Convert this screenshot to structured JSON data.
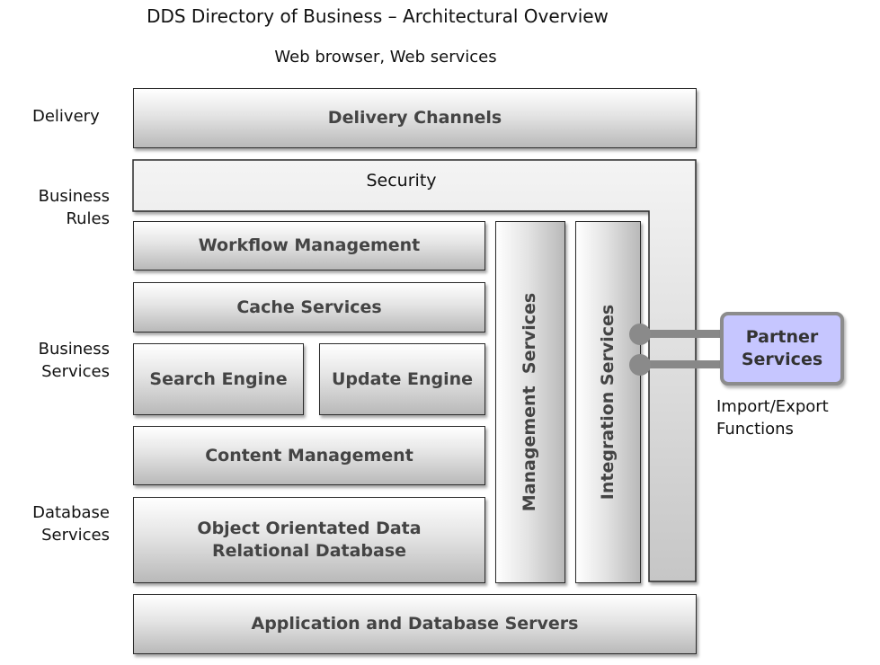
{
  "title": "DDS Directory of Business – Architectural Overview",
  "subtitle": "Web browser, Web services",
  "layers": {
    "delivery": "Delivery",
    "business_rules": [
      "Business",
      "Rules"
    ],
    "business_services": [
      "Business",
      "Services"
    ],
    "database_services": [
      "Database",
      "Services"
    ]
  },
  "boxes": {
    "delivery_channels": "Delivery Channels",
    "security": "Security",
    "workflow_management": "Workflow Management",
    "cache_services": "Cache Services",
    "search_engine": "Search Engine",
    "update_engine": "Update Engine",
    "content_management": "Content Management",
    "database": [
      "Object Orientated Data",
      "Relational Database"
    ],
    "management_services": "Management  Services",
    "integration_services": "Integration Services",
    "app_db_servers": "Application and Database Servers"
  },
  "partner": {
    "label": [
      "Partner",
      "Services"
    ],
    "caption": [
      "Import/Export",
      "Functions"
    ]
  },
  "colors": {
    "partner_fill": "#c6c6ff",
    "box_border": "#2a2a2a",
    "connector": "#888888"
  }
}
